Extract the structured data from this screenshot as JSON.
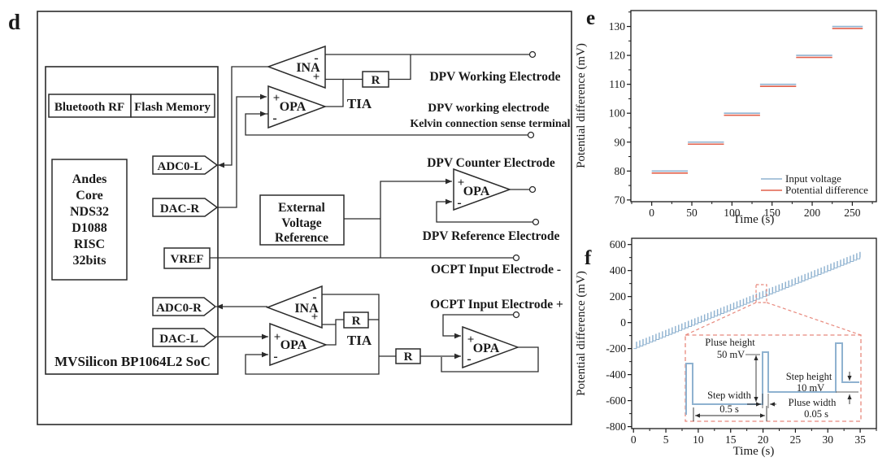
{
  "figure": {
    "panel_d_label": "d",
    "panel_e_label": "e",
    "panel_f_label": "f"
  },
  "diagram": {
    "soc_title": "MVSilicon BP1064L2 SoC",
    "bluetooth": "Bluetooth RF",
    "flash": "Flash Memory",
    "core_lines": [
      "Andes",
      "Core",
      "NDS32",
      "D1088",
      "RISC",
      "32bits"
    ],
    "ports": {
      "adc0l": "ADC0-L",
      "dacr": "DAC-R",
      "vref": "VREF",
      "adc0r": "ADC0-R",
      "dacl": "DAC-L"
    },
    "amp_ina": "INA",
    "amp_opa": "OPA",
    "tia": "TIA",
    "r_label": "R",
    "plus": "+",
    "minus": "-",
    "external_ref_lines": [
      "External",
      "Voltage",
      "Reference"
    ],
    "electrodes": {
      "dpv_working": "DPV Working Electrode",
      "dpv_working_sense_line1": "DPV working electrode",
      "dpv_working_sense_line2": "Kelvin connection sense terminal",
      "dpv_counter": "DPV Counter Electrode",
      "dpv_reference": "DPV Reference Electrode",
      "ocpt_minus": "OCPT Input Electrode -",
      "ocpt_plus": "OCPT Input Electrode +"
    },
    "colors": {
      "dpv_label": "#6f9ec7",
      "ocpt_label": "#d9523f",
      "line": "#2b2b2b"
    }
  },
  "chart_data": [
    {
      "id": "e",
      "type": "line",
      "subtype": "voltage-steps",
      "xlabel": "Time (s)",
      "ylabel": "Potential difference (mV)",
      "xlim": [
        -26,
        280
      ],
      "ylim": [
        69.4,
        135.5
      ],
      "xticks": [
        0,
        50,
        100,
        150,
        200,
        250
      ],
      "yticks": [
        70,
        80,
        90,
        100,
        110,
        120,
        130
      ],
      "x_minor_step": 25,
      "y_minor_step": 5,
      "grid": false,
      "legend_position": "bottom-right",
      "legend": [
        {
          "label": "Input voltage",
          "color": "#8fb2d0"
        },
        {
          "label": "Potential difference",
          "color": "#e2604b"
        }
      ],
      "series": [
        {
          "name": "Input voltage",
          "color": "#8fb2d0",
          "steps": [
            [
              0,
              45,
              80
            ],
            [
              45,
              90,
              90
            ],
            [
              90,
              135,
              100
            ],
            [
              135,
              180,
              110
            ],
            [
              180,
              225,
              120
            ],
            [
              225,
              263,
              130
            ]
          ]
        },
        {
          "name": "Potential difference",
          "color": "#e2604b",
          "steps": [
            [
              0,
              45,
              79.3
            ],
            [
              45,
              90,
              89.3
            ],
            [
              90,
              135,
              99.3
            ],
            [
              135,
              180,
              109.3
            ],
            [
              180,
              225,
              119.3
            ],
            [
              225,
              263,
              129.3
            ]
          ]
        }
      ]
    },
    {
      "id": "f",
      "type": "line",
      "subtype": "dpv-staircase-pulse-waveform",
      "xlabel": "Time (s)",
      "ylabel": "Potential difference (mV)",
      "xlim": [
        -0.28,
        37.5
      ],
      "ylim": [
        -815,
        648
      ],
      "xticks": [
        0,
        5,
        10,
        15,
        20,
        25,
        30,
        35
      ],
      "yticks": [
        -800,
        -600,
        -400,
        -200,
        0,
        200,
        400,
        600
      ],
      "x_minor_step": 2.5,
      "y_minor_step": 100,
      "grid": false,
      "waveform": {
        "description": "staircase with superimposed pulses",
        "start_mv": -200,
        "end_mv": 500,
        "step_mv": 10,
        "step_s": 0.5,
        "pulse_mv": 50,
        "pulse_s": 0.05,
        "t_start": 0,
        "t_end": 35,
        "color": "#8fb2d0"
      },
      "inset": {
        "border_color": "#e8897d",
        "labels": {
          "pulse_height_line1": "Pluse height",
          "pulse_height_line2": "50 mV",
          "step_width_line1": "Step width",
          "step_width_line2": "0.5 s",
          "step_height_line1": "Step height",
          "step_height_line2": "10 mV",
          "pulse_width_line1": "Pluse width",
          "pulse_width_line2": "0.05 s"
        }
      }
    }
  ]
}
